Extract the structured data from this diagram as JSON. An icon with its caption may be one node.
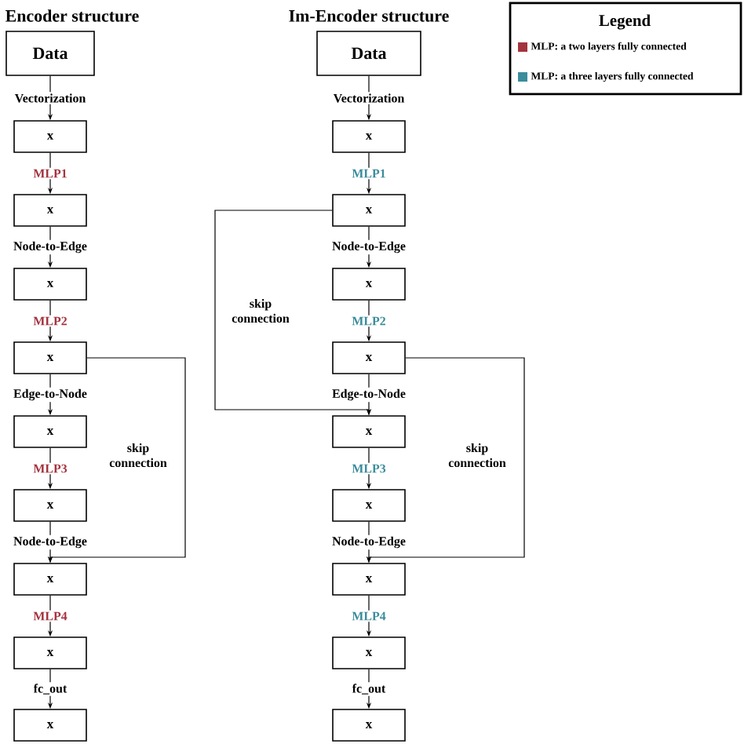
{
  "diagram": {
    "nodes": [
      {
        "text": [
          "Data"
        ]
      },
      {
        "text": [
          "x"
        ]
      },
      {
        "text": [
          "x"
        ]
      },
      {
        "text": [
          "x"
        ]
      },
      {
        "text": [
          "x"
        ]
      },
      {
        "text": [
          "x"
        ]
      },
      {
        "text": [
          "x"
        ]
      },
      {
        "text": [
          "x"
        ]
      },
      {
        "text": [
          "x"
        ]
      },
      {
        "text": [
          "x"
        ]
      },
      {
        "text": [
          "Data"
        ]
      },
      {
        "text": [
          "x"
        ]
      },
      {
        "text": [
          "x"
        ]
      },
      {
        "text": [
          "x"
        ]
      },
      {
        "text": [
          "x"
        ]
      },
      {
        "text": [
          "x"
        ]
      },
      {
        "text": [
          "x"
        ]
      },
      {
        "text": [
          "x"
        ]
      },
      {
        "text": [
          "x"
        ]
      },
      {
        "text": [
          "x"
        ]
      }
    ],
    "edges": [
      {
        "from": 0,
        "to": 1,
        "arrow": "to",
        "label": "Vectorization"
      },
      {
        "from": 1,
        "to": 2,
        "arrow": "to",
        "label": "MLP1"
      },
      {
        "from": 2,
        "to": 3,
        "arrow": "to",
        "label": "Node-to-Edge"
      },
      {
        "from": 3,
        "to": 4,
        "arrow": "to",
        "label": "MLP2"
      },
      {
        "from": 4,
        "to": 5,
        "arrow": "to",
        "label": "Edge-to-Node"
      },
      {
        "from": 5,
        "to": 6,
        "arrow": "to",
        "label": "MLP3"
      },
      {
        "from": 6,
        "to": 7,
        "arrow": "to",
        "label": "Node-to-Edge"
      },
      {
        "from": 7,
        "to": 8,
        "arrow": "to",
        "label": "MLP4"
      },
      {
        "from": 8,
        "to": 9,
        "arrow": "to",
        "label": "fc_out"
      },
      {
        "from": 4,
        "to": 7,
        "arrow": "to",
        "label": "skip connection"
      },
      {
        "from": 10,
        "to": 11,
        "arrow": "to",
        "label": "Vectorization"
      },
      {
        "from": 11,
        "to": 12,
        "arrow": "to",
        "label": "MLP1"
      },
      {
        "from": 12,
        "to": 13,
        "arrow": "to",
        "label": "Node-to-Edge"
      },
      {
        "from": 13,
        "to": 14,
        "arrow": "to",
        "label": "MLP2"
      },
      {
        "from": 14,
        "to": 15,
        "arrow": "to",
        "label": "Edge-to-Node"
      },
      {
        "from": 15,
        "to": 16,
        "arrow": "to",
        "label": "MLP3"
      },
      {
        "from": 16,
        "to": 17,
        "arrow": "to",
        "label": "Node-to-Edge"
      },
      {
        "from": 17,
        "to": 18,
        "arrow": "to",
        "label": "MLP4"
      },
      {
        "from": 18,
        "to": 19,
        "arrow": "to",
        "label": "fc_out"
      },
      {
        "from": 12,
        "to": 15,
        "arrow": "to",
        "label": "skip connection"
      },
      {
        "from": 14,
        "to": 17,
        "arrow": "to",
        "label": "skip connection"
      }
    ],
    "labels": [
      "Encoder structure",
      "Im-Encoder structure",
      "Legend"
    ],
    "legend": [
      {
        "text": "MLP: a two layers fully connected",
        "color": "#a3343f"
      },
      {
        "text": "MLP: a three layers fully connected",
        "color": "#3b8c9c"
      }
    ]
  }
}
